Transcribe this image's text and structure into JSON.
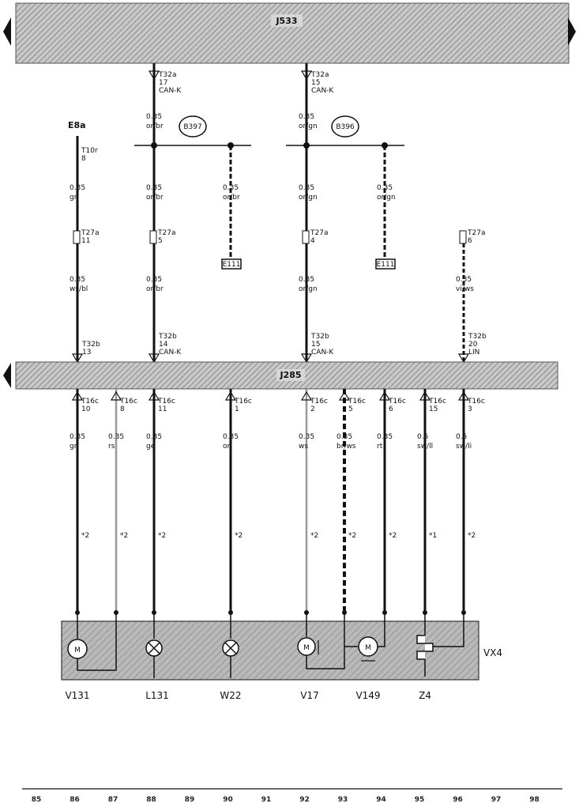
{
  "bars": {
    "top": "J533",
    "middle": "J285"
  },
  "top_wires": [
    {
      "connector": "T32a",
      "pin": "17",
      "signal": "CAN-K",
      "gauge": "0.35",
      "color": "or/br"
    },
    {
      "connector": "T32a",
      "pin": "15",
      "signal": "CAN-K",
      "gauge": "0.35",
      "color": "or/gn"
    }
  ],
  "bubbles": [
    "B397",
    "B396"
  ],
  "left_label": "E8a",
  "left_connector": {
    "name": "T10r",
    "pin": "8"
  },
  "mid_wires": [
    {
      "gauge": "0.35",
      "color": "gr"
    },
    {
      "gauge": "0.35",
      "color": "or/br"
    },
    {
      "gauge": "0.35",
      "color": "or/br"
    },
    {
      "gauge": "0.35",
      "color": "or/gn"
    },
    {
      "gauge": "0.35",
      "color": "or/gn"
    }
  ],
  "t27_connectors": [
    {
      "name": "T27a",
      "pin": "11"
    },
    {
      "name": "T27a",
      "pin": "5"
    },
    {
      "name": "T27a",
      "pin": "4"
    },
    {
      "name": "T27a",
      "pin": "6"
    }
  ],
  "ground_boxes": [
    "E111",
    "E111"
  ],
  "lower_wires": [
    {
      "gauge": "0.35",
      "color": "ws/bl"
    },
    {
      "gauge": "0.35",
      "color": "or/br"
    },
    {
      "gauge": "0.35",
      "color": "or/gn"
    },
    {
      "gauge": "0.35",
      "color": "vi/ws"
    }
  ],
  "t32b_connectors": [
    {
      "name": "T32b",
      "pin": "13",
      "signal": ""
    },
    {
      "name": "T32b",
      "pin": "14",
      "signal": "CAN-K"
    },
    {
      "name": "T32b",
      "pin": "15",
      "signal": "CAN-K"
    },
    {
      "name": "T32b",
      "pin": "20",
      "signal": "LIN"
    }
  ],
  "bottom_wires": [
    {
      "connector": "T16c",
      "pin": "10",
      "gauge": "0.35",
      "color": "gr",
      "note": "*2"
    },
    {
      "connector": "T16c",
      "pin": "8",
      "gauge": "0.35",
      "color": "rs",
      "note": "*2"
    },
    {
      "connector": "T16c",
      "pin": "11",
      "gauge": "0.35",
      "color": "ge",
      "note": "*2"
    },
    {
      "connector": "T16c",
      "pin": "1",
      "gauge": "0.35",
      "color": "or",
      "note": "*2"
    },
    {
      "connector": "T16c",
      "pin": "2",
      "gauge": "0.35",
      "color": "ws",
      "note": "*2"
    },
    {
      "connector": "T16c",
      "pin": "5",
      "gauge": "0.35",
      "color": "br/ws",
      "note": "*2"
    },
    {
      "connector": "T16c",
      "pin": "6",
      "gauge": "0.35",
      "color": "rt",
      "note": "*2"
    },
    {
      "connector": "T16c",
      "pin": "15",
      "gauge": "0.5",
      "color": "sw/ll",
      "note": "*1"
    },
    {
      "connector": "T16c",
      "pin": "3",
      "gauge": "0.5",
      "color": "sw/li",
      "note": "*2"
    }
  ],
  "module_label": "VX4",
  "components": [
    "V131",
    "L131",
    "W22",
    "V17",
    "V149",
    "Z4"
  ],
  "grid_numbers": [
    "85",
    "86",
    "87",
    "88",
    "89",
    "90",
    "91",
    "92",
    "93",
    "94",
    "95",
    "96",
    "97",
    "98"
  ]
}
